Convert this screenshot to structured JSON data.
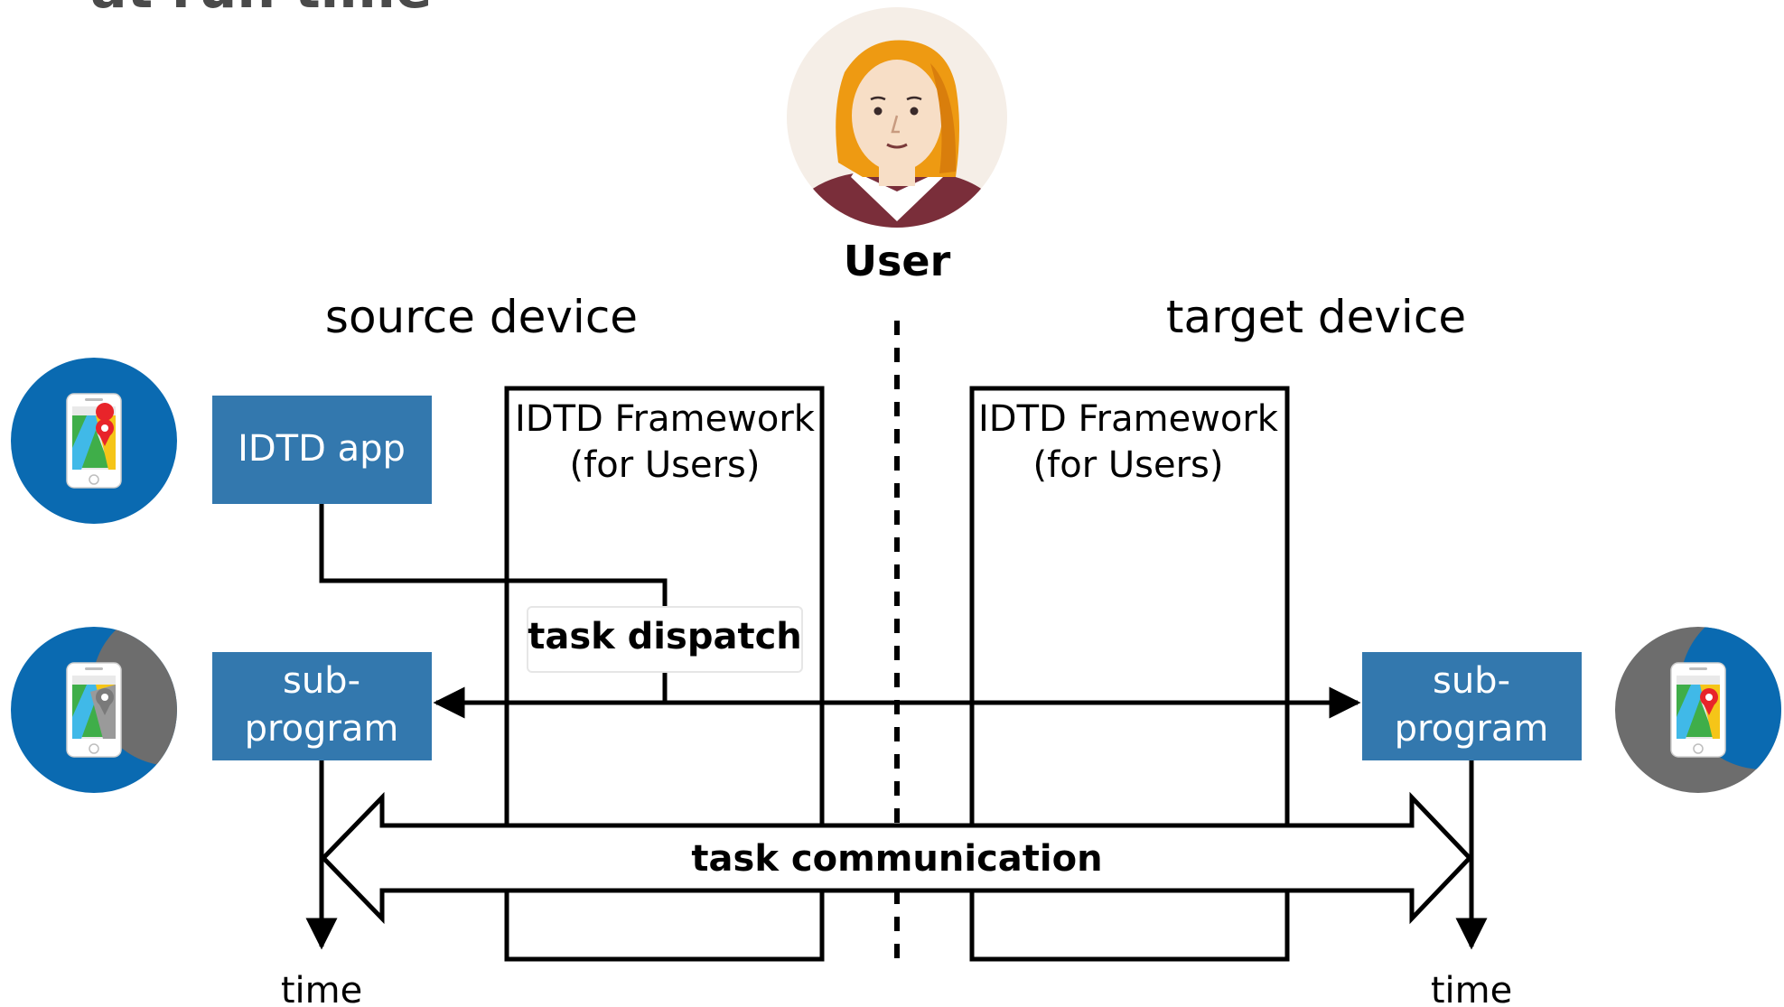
{
  "slide": {
    "heading_fragment": "at run time"
  },
  "user": {
    "label": "User"
  },
  "source": {
    "label": "source device",
    "app_label": "IDTD app",
    "subprogram_line1": "sub-",
    "subprogram_line2": "program",
    "framework_line1": "IDTD Framework",
    "framework_line2": "(for Users)",
    "time_label": "time"
  },
  "target": {
    "label": "target device",
    "subprogram_line1": "sub-",
    "subprogram_line2": "program",
    "framework_line1": "IDTD Framework",
    "framework_line2": "(for Users)",
    "time_label": "time"
  },
  "arrows": {
    "dispatch_label": "task dispatch",
    "communication_label": "task communication"
  },
  "colors": {
    "box_blue": "#3378AE",
    "circle_blue": "#0A6AB1",
    "circle_gray": "#6D6D6D",
    "skin": "#F7DEC6",
    "hair": "#EE9A12",
    "shirt": "#7A2E3A",
    "avatar_bg": "#F5EEE7"
  },
  "icons": [
    "smartphone-map-icon",
    "user-avatar-icon",
    "map-pin-icon"
  ]
}
